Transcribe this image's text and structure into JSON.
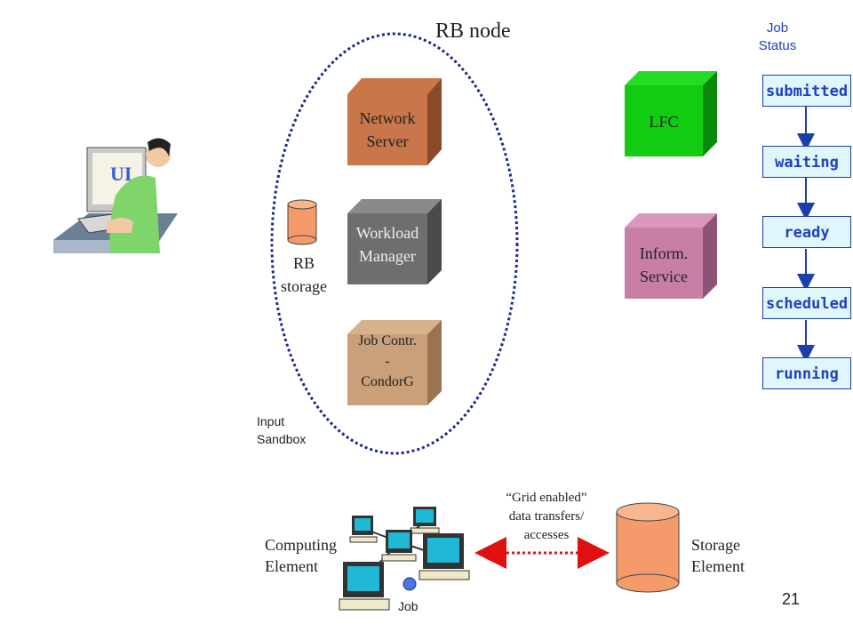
{
  "title": "RB node",
  "ui_label": "UI",
  "rb_node": {
    "network_server": [
      "Network",
      "Server"
    ],
    "workload_manager": [
      "Workload",
      "Manager"
    ],
    "job_controller": [
      "Job Contr.",
      "-",
      "CondorG"
    ],
    "storage": [
      "RB",
      "storage"
    ],
    "input_sandbox": [
      "Input",
      "Sandbox"
    ]
  },
  "services": {
    "lfc": "LFC",
    "info_service": [
      "Inform.",
      "Service"
    ]
  },
  "job_status": {
    "heading": [
      "Job",
      "Status"
    ],
    "states": [
      "submitted",
      "waiting",
      "ready",
      "scheduled",
      "running"
    ]
  },
  "bottom": {
    "computing_element": [
      "Computing",
      "Element"
    ],
    "job": "Job",
    "transfer": [
      "“Grid enabled”",
      "data transfers/",
      "accesses"
    ],
    "storage_element": [
      "Storage",
      "Element"
    ]
  },
  "page_number": "21",
  "colors": {
    "network_server": "#c8764a",
    "workload_manager": "#6e6e6e",
    "job_controller": "#caa07a",
    "lfc": "#11cc11",
    "info_service": "#c77fa6",
    "storage": "#f59a6a",
    "ellipse": "#1c2a8a",
    "status_border": "#1a3fa8",
    "transfer_arrow": "#e01010"
  }
}
